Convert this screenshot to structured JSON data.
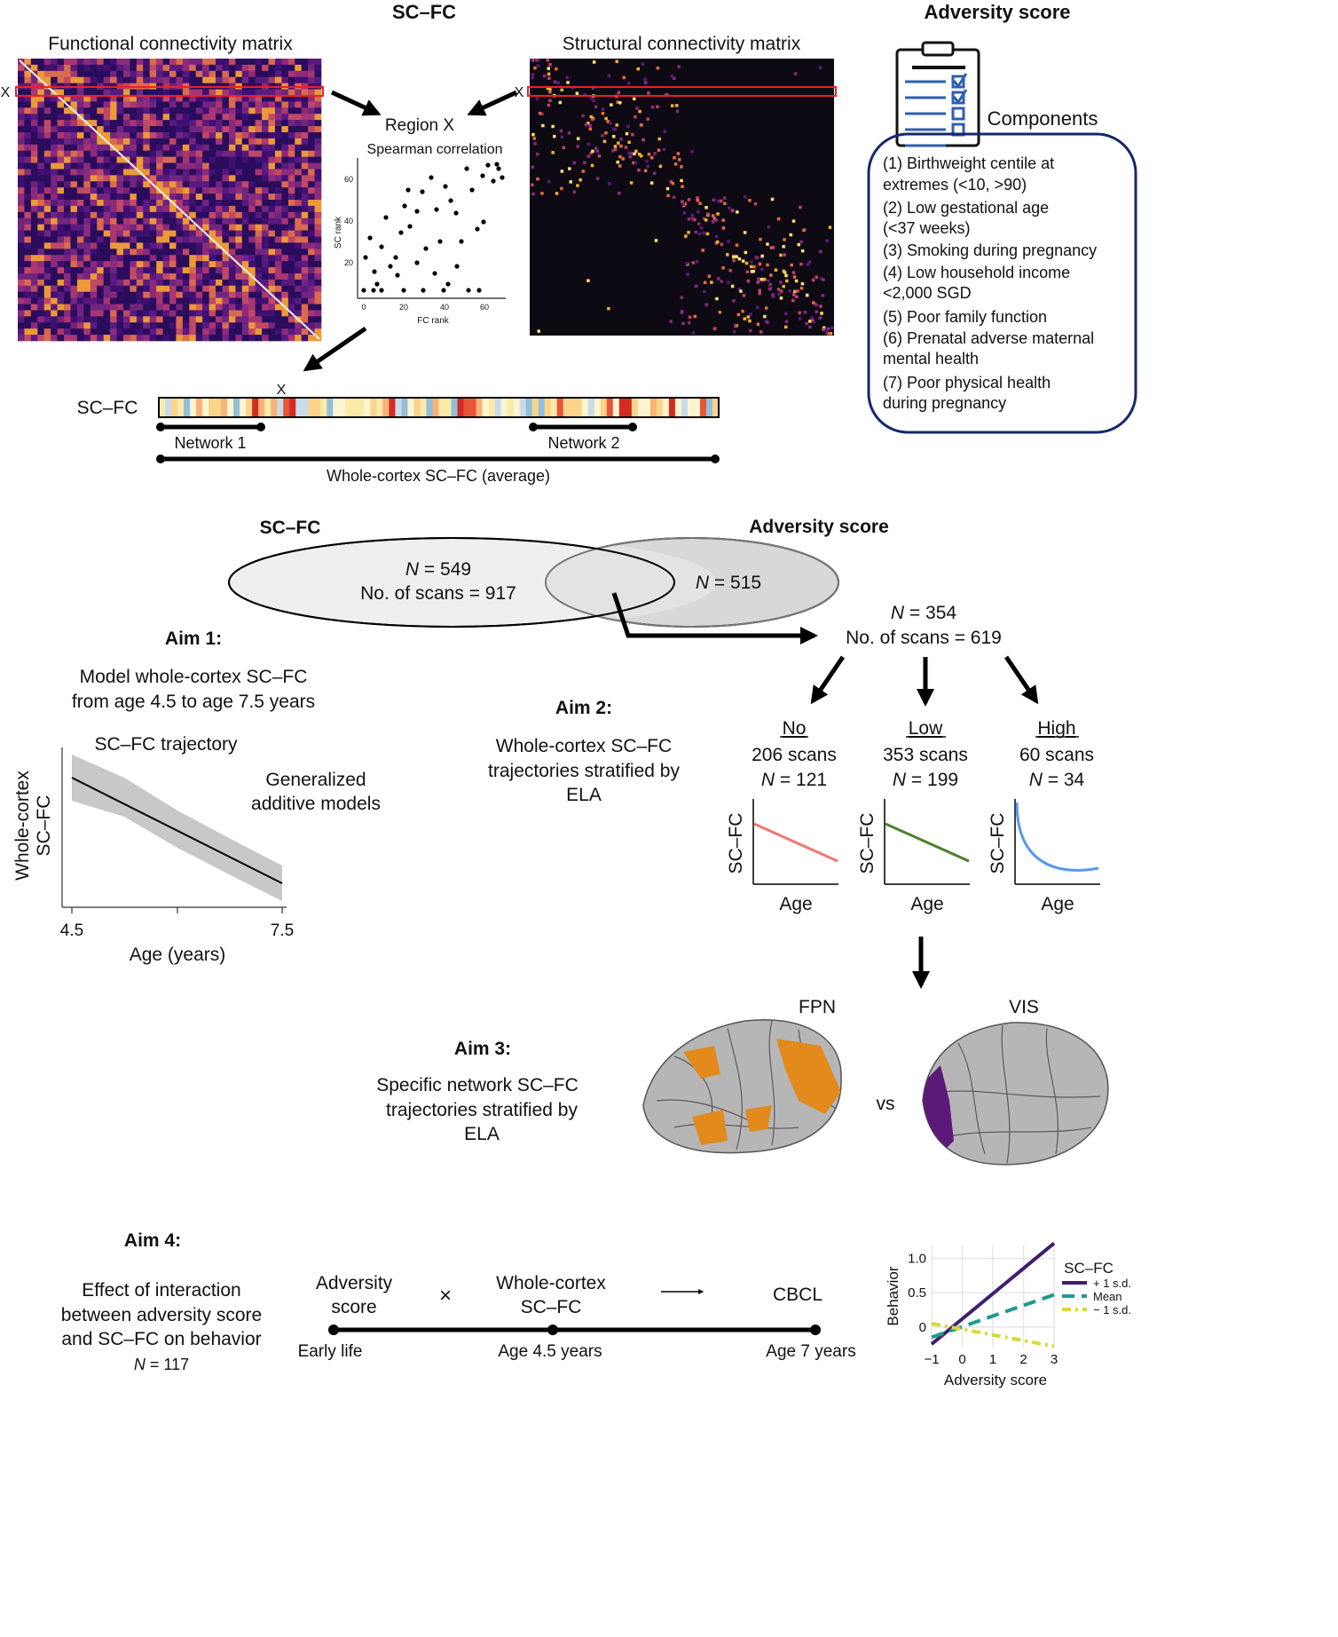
{
  "header": {
    "scfc_title": "SC–FC",
    "fc_matrix_label": "Functional connectivity matrix",
    "sc_matrix_label": "Structural connectivity matrix",
    "row_marker": "X",
    "adversity_title": "Adversity score"
  },
  "correlation": {
    "region_label": "Region X",
    "method_label": "Spearman correlation",
    "ylabel": "SC rank",
    "xlabel": "FC rank",
    "yticks": [
      "20",
      "40",
      "60"
    ],
    "xticks": [
      "0",
      "20",
      "40",
      "60"
    ]
  },
  "scfc_bar": {
    "label": "SC–FC",
    "marker": "X",
    "network1": "Network 1",
    "network2": "Network 2",
    "whole_cortex": "Whole-cortex SC–FC (average)"
  },
  "components": {
    "title": "Components",
    "lines": [
      "(1) Birthweight centile at",
      "extremes (<10, >90)",
      "(2) Low gestational age",
      "(<37 weeks)",
      "(3) Smoking during pregnancy",
      "(4) Low household income",
      "<2,000 SGD",
      "(5) Poor family function",
      "(6) Prenatal adverse maternal",
      "mental health",
      "(7) Poor physical health",
      "during pregnancy"
    ]
  },
  "venn": {
    "left_title": "SC–FC",
    "right_title": "Adversity score",
    "left_n_sym": "N",
    "left_n_val": " = 549",
    "left_scans": "No. of scans = 917",
    "right_n_sym": "N",
    "right_n_val": " = 515",
    "overlap_n_sym": "N",
    "overlap_n_val": " = 354",
    "overlap_scans": "No. of scans = 619"
  },
  "aim1": {
    "title": "Aim 1:",
    "line1": "Model whole-cortex SC–FC",
    "line2": "from age 4.5 to age 7.5 years",
    "plot_title": "SC–FC trajectory",
    "gam1": "Generalized",
    "gam2": "additive models",
    "ylabel1": "Whole-cortex",
    "ylabel2": "SC–FC",
    "xtick_min": "4.5",
    "xtick_max": "7.5",
    "xlabel": "Age (years)"
  },
  "aim2": {
    "title": "Aim 2:",
    "line1": "Whole-cortex SC–FC",
    "line2": "trajectories stratified by",
    "line3": "ELA",
    "groups": [
      {
        "name": "No",
        "scans": "206 scans",
        "n_sym": "N",
        "n_val": " = 121",
        "color": "#f07870"
      },
      {
        "name": "Low",
        "scans": "353 scans",
        "n_sym": "N",
        "n_val": " = 199",
        "color": "#4e7f30"
      },
      {
        "name": "High",
        "scans": "60 scans",
        "n_sym": "N",
        "n_val": " = 34",
        "color": "#5599f0"
      }
    ],
    "mini_ylabel": "SC–FC",
    "mini_xlabel": "Age"
  },
  "aim3": {
    "title": "Aim 3:",
    "line1": "Specific network SC–FC",
    "line2": "trajectories stratified by",
    "line3": "ELA",
    "fpn_label": "FPN",
    "vis_label": "VIS",
    "vs_label": "vs",
    "fpn_color": "#e28a1c",
    "vis_color": "#5c1a78"
  },
  "aim4": {
    "title": "Aim 4:",
    "line1": "Effect of interaction",
    "line2": "between adversity score",
    "line3": "and SC–FC on behavior",
    "n_sym": "N",
    "n_val": " = 117",
    "adv1": "Adversity",
    "adv2": "score",
    "times_sign": "×",
    "wc1": "Whole-cortex",
    "wc2": "SC–FC",
    "cbcl": "CBCL",
    "t1": "Early life",
    "t2": "Age 4.5 years",
    "t3": "Age 7 years"
  },
  "chart_data": {
    "type": "line",
    "xlabel": "Adversity score",
    "ylabel": "Behavior",
    "xlim": [
      -1,
      3
    ],
    "ylim": [
      -0.3,
      1.2
    ],
    "xticks": [
      -1,
      0,
      1,
      2,
      3
    ],
    "yticks": [
      0,
      0.5,
      1.0
    ],
    "ytick_labels": [
      "0",
      "0.5",
      "1.0"
    ],
    "grid": true,
    "legend_title": "SC–FC",
    "legend_position": "right",
    "series": [
      {
        "name": "+ 1 s.d.",
        "x": [
          -1,
          3
        ],
        "y": [
          -0.25,
          1.22
        ],
        "color": "#3f1f6e",
        "dash": "solid"
      },
      {
        "name": "Mean",
        "x": [
          -1,
          3
        ],
        "y": [
          -0.15,
          0.47
        ],
        "color": "#1f9a8a",
        "dash": "long"
      },
      {
        "name": "− 1 s.d.",
        "x": [
          -1,
          3
        ],
        "y": [
          0.05,
          -0.28
        ],
        "color": "#d8d838",
        "dash": "dashdot"
      }
    ]
  }
}
